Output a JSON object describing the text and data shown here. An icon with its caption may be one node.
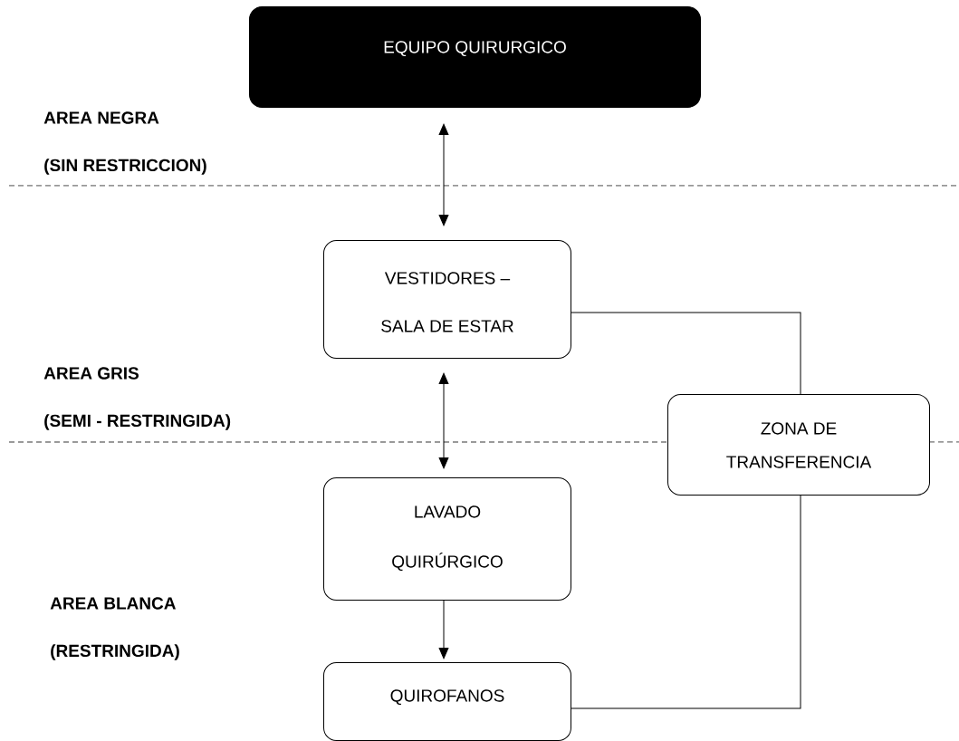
{
  "diagram": {
    "nodes": [
      {
        "text": [
          "EQUIPO QUIRURGICO"
        ]
      },
      {
        "text": [
          "VESTIDORES – SALA DE ESTAR"
        ]
      },
      {
        "text": [
          "ZONA DE TRANSFERENCIA"
        ]
      },
      {
        "text": [
          "LAVADO QUIRÚRGICO"
        ]
      },
      {
        "text": [
          "QUIROFANOS"
        ]
      }
    ],
    "edges": [
      {
        "from": 0,
        "to": 1,
        "arrow": "both"
      },
      {
        "from": 1,
        "to": 3,
        "arrow": "both"
      },
      {
        "from": 3,
        "to": 4,
        "arrow": "to"
      },
      {
        "from": 1,
        "to": 2,
        "arrow": "none"
      },
      {
        "from": 2,
        "to": 4,
        "arrow": "none"
      }
    ],
    "labels": [
      "AREA NEGRA",
      "(SIN RESTRICCION)",
      "AREA GRIS",
      "(SEMI - RESTRINGIDA)",
      "AREA BLANCA",
      "(RESTRINGIDA)"
    ]
  }
}
